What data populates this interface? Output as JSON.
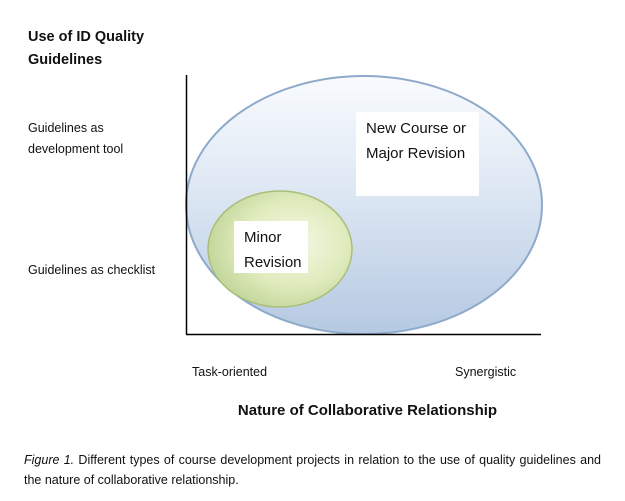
{
  "y_axis": {
    "title": "Use of ID Quality Guidelines",
    "labels": [
      "Guidelines as development tool",
      "Guidelines as checklist"
    ]
  },
  "x_axis": {
    "title": "Nature of Collaborative Relationship",
    "labels": [
      "Task-oriented",
      "Synergistic"
    ]
  },
  "regions": [
    {
      "label": "New Course or Major Revision",
      "color_top": "#f8fafd",
      "color_bottom": "#b8cce4",
      "border": "#8eaacb"
    },
    {
      "label": "Minor Revision",
      "color_center": "#eef4d8",
      "color_edge": "#c3d69b",
      "border": "#a9bf78"
    }
  ],
  "caption": {
    "figure_label": "Figure 1.",
    "text": " Different types of course development projects in relation to the use of quality guidelines and the nature of collaborative relationship."
  }
}
